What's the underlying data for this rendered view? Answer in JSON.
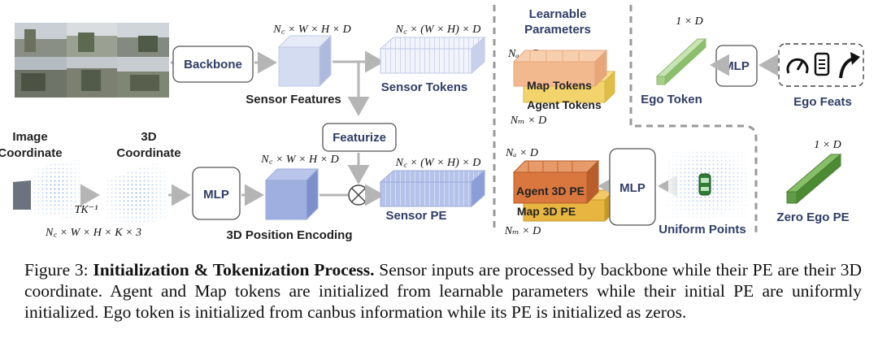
{
  "labels": {
    "backbone": "Backbone",
    "sensor_features": "Sensor Features",
    "sensor_tokens": "Sensor Tokens",
    "featurize": "Featurize",
    "image_coordinate_l1": "Image",
    "image_coordinate_l2": "Coordinate",
    "coord3d_l1": "3D",
    "coord3d_l2": "Coordinate",
    "mlp_left": "MLP",
    "pos_encoding": "3D Position Encoding",
    "sensor_pe": "Sensor PE",
    "learnable_l1": "Learnable",
    "learnable_l2": "Parameters",
    "map_tokens": "Map Tokens",
    "agent_tokens": "Agent Tokens",
    "agent_3d_pe": "Agent 3D PE",
    "map_3d_pe": "Map 3D PE",
    "mlp_mid": "MLP",
    "uniform_points": "Uniform Points",
    "ego_token": "Ego Token",
    "mlp_ego": "MLP",
    "ego_feats": "Ego Feats",
    "zero_ego_pe": "Zero Ego PE"
  },
  "math": {
    "feat_dims_top": "N꜀ × W × H × D",
    "tok_dims_top": "N꜀ × (W × H) × D",
    "feat_dims_bottom": "N꜀ × W × H × D",
    "tok_dims_bottom": "N꜀ × (W × H) × D",
    "coord_dims": "N꜀ × W × H × K × 3",
    "tk_inv": "TK⁻¹",
    "na_top": "Nₐ × D",
    "nm_top": "Nₘ × D",
    "na_bottom": "Nₐ × D",
    "nm_bottom": "Nₘ × D",
    "ego_dim": "1 × D",
    "zero_dim": "1 × D"
  },
  "caption": {
    "figure": "Figure 3:",
    "title": "Initialization & Tokenization Process.",
    "body": "Sensor inputs are processed by backbone while their PE are their 3D coordinate. Agent and Map tokens are initialized from learnable parameters while their initial PE are uniformly initialized. Ego token is initialized from canbus information while its PE is initialized as zeros."
  },
  "colors": {
    "box_border": "#555555",
    "label_blue": "#2f3d66",
    "sensor_feature_blue": "#c9d3ef",
    "pe_blue": "#9fb0e0",
    "map_orange": "#f2b98f",
    "agent_yellow": "#f3d36b",
    "agent_pe_orange": "#d9773e",
    "map_pe_yellow": "#e8b640",
    "ego_green": "#a6d08a",
    "zero_green": "#5f9c45"
  }
}
